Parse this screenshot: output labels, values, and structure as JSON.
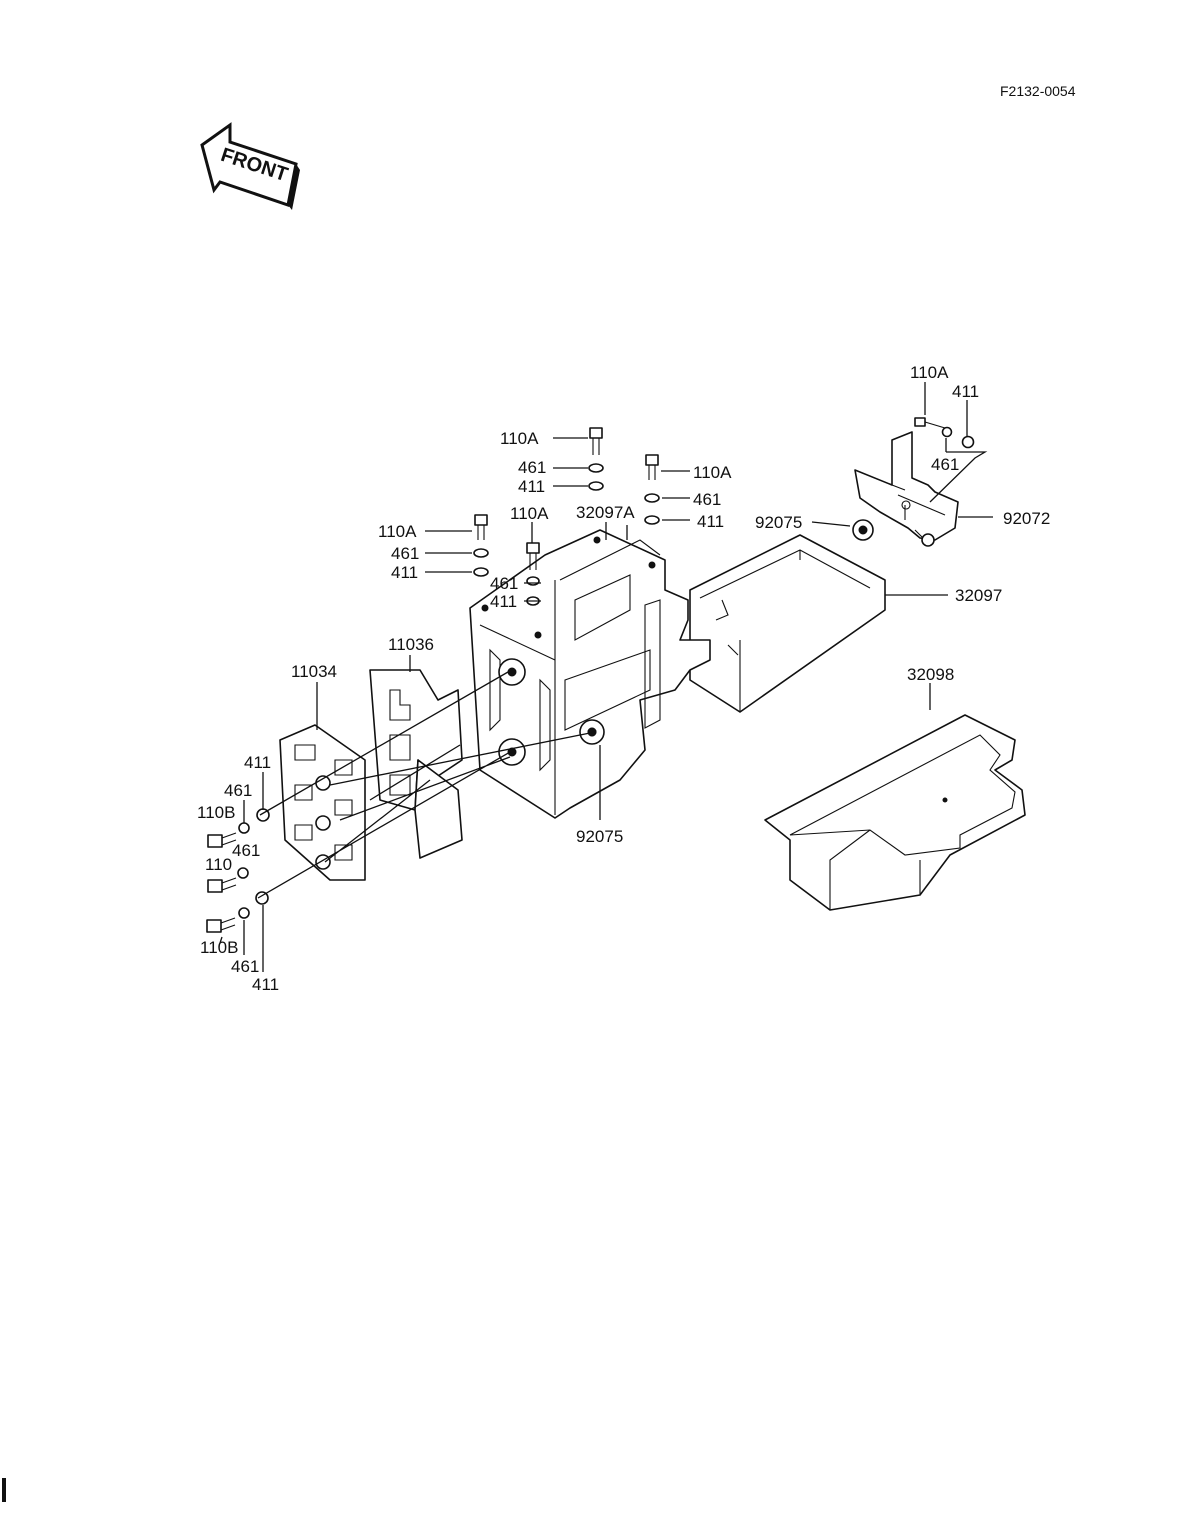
{
  "doc_id": "F2132-0054",
  "front_label": "FRONT",
  "labels": {
    "l01": "110A",
    "l02": "411",
    "l03": "461",
    "l04": "92072",
    "l05": "92075",
    "l06": "32097",
    "l07": "32098",
    "l08": "110A",
    "l09": "461",
    "l10": "411",
    "l11": "110A",
    "l12": "461",
    "l13": "411",
    "l14": "32097A",
    "l15": "110A",
    "l16": "110A",
    "l17": "461",
    "l18": "411",
    "l19": "461",
    "l20": "411",
    "l21": "11036",
    "l22": "11034",
    "l23": "411",
    "l24": "461",
    "l25": "110B",
    "l26": "461",
    "l27": "110",
    "l28": "110B",
    "l29": "461",
    "l30": "411",
    "l31": "92075"
  }
}
